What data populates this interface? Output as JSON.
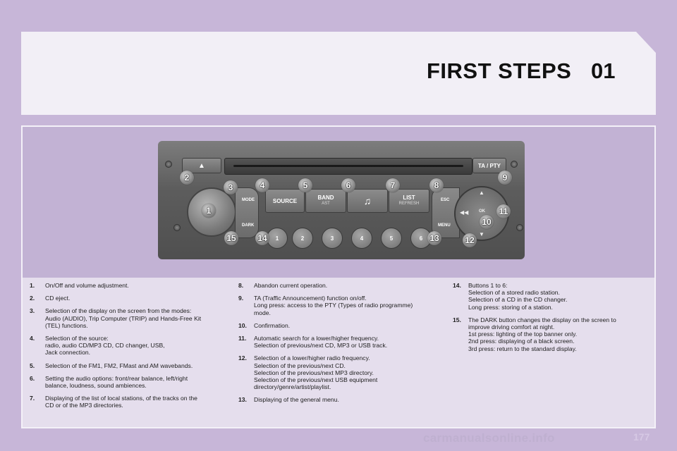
{
  "header": {
    "title": "FIRST STEPS",
    "section": "01"
  },
  "radio": {
    "eject_symbol": "▲",
    "ta_label": "TA / PTY",
    "mode_label": "MODE",
    "dark_label": "DARK",
    "source_label": "SOURCE",
    "band_label": "BAND",
    "band_sub": "AST",
    "music_symbol": "♫",
    "list_label": "LIST",
    "list_sub": "REFRESH",
    "esc_label": "ESC",
    "menu_label": "MENU",
    "ok_label": "OK",
    "up_symbol": "▲",
    "down_symbol": "▼",
    "left_symbol": "◀◀",
    "presets": [
      "1",
      "2",
      "3",
      "4",
      "5",
      "6"
    ]
  },
  "callouts": [
    "1",
    "2",
    "3",
    "4",
    "5",
    "6",
    "7",
    "8",
    "9",
    "10",
    "11",
    "12",
    "13",
    "14",
    "15"
  ],
  "descriptions": {
    "col1": [
      {
        "num": "1.",
        "text": "On/Off and volume adjustment."
      },
      {
        "num": "2.",
        "text": "CD eject."
      },
      {
        "num": "3.",
        "text": "Selection of the display on the screen from the modes:\nAudio (AUDIO), Trip Computer (TRIP) and Hands-Free Kit\n(TEL) functions."
      },
      {
        "num": "4.",
        "text": "Selection of the source:\nradio, audio CD/MP3 CD, CD changer, USB,\nJack connection."
      },
      {
        "num": "5.",
        "text": "Selection of the FM1, FM2, FMast and AM wavebands."
      },
      {
        "num": "6.",
        "text": "Setting the audio options: front/rear balance, left/right\nbalance, loudness, sound ambiences."
      },
      {
        "num": "7.",
        "text": "Displaying of the list of local stations, of the tracks on the\nCD or of the MP3 directories."
      }
    ],
    "col2": [
      {
        "num": "8.",
        "text": "Abandon current operation."
      },
      {
        "num": "9.",
        "text": "TA (Traffic Announcement) function on/off.\nLong press: access to the PTY (Types of radio programme)\nmode."
      },
      {
        "num": "10.",
        "text": "Confirmation."
      },
      {
        "num": "11.",
        "text": "Automatic search for a lower/higher frequency.\nSelection of previous/next CD, MP3 or USB track."
      },
      {
        "num": "12.",
        "text": "Selection of a lower/higher radio frequency.\nSelection of the previous/next CD.\nSelection of the previous/next MP3 directory.\nSelection of the previous/next USB equipment\ndirectory/genre/artist/playlist."
      },
      {
        "num": "13.",
        "text": "Displaying of the general menu."
      }
    ],
    "col3": [
      {
        "num": "14.",
        "text": "Buttons 1 to 6:\nSelection of a stored radio station.\nSelection of a CD in the CD changer.\nLong press: storing of a station."
      },
      {
        "num": "15.",
        "text": "The DARK button changes the display on the screen to\nimprove driving comfort at night.\n1st press: lighting of the top banner only.\n2nd press: displaying of a black screen.\n3rd press: return to the standard display."
      }
    ]
  },
  "footer": {
    "watermark": "carmanualsonline.info",
    "page": "177"
  },
  "colors": {
    "background": "#c7b6d8",
    "panel": "#e5deed",
    "header": "#f2eff6"
  }
}
